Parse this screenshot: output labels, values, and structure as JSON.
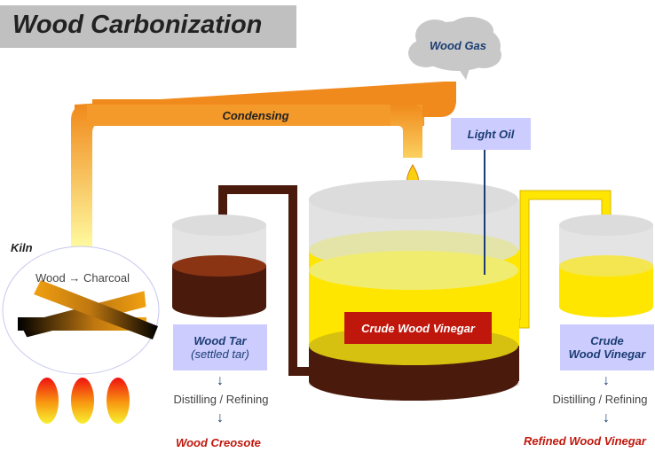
{
  "title": "Wood Carbonization",
  "wood_gas_label": "Wood Gas",
  "condensing_label": "Condensing",
  "light_oil_label": "Light Oil",
  "kiln": {
    "label": "Kiln",
    "process": "Wood → Charcoal"
  },
  "wood_tar": {
    "title": "Wood Tar",
    "subtitle": "(settled tar)",
    "step": "Distilling / Refining",
    "result": "Wood Creosote"
  },
  "crude_vinegar_tank_label": "Crude Wood Vinegar",
  "crude_vinegar": {
    "title_line1": "Crude",
    "title_line2": "Wood Vinegar",
    "step": "Distilling / Refining",
    "result": "Refined Wood Vinegar"
  },
  "arrow_glyph": "↓",
  "colors": {
    "tar": "#4a1a0c",
    "vinegar": "#ffe600",
    "pipe_orange": "#f08a1c",
    "label_box": "#ccccff",
    "result_red": "#c0170c"
  }
}
